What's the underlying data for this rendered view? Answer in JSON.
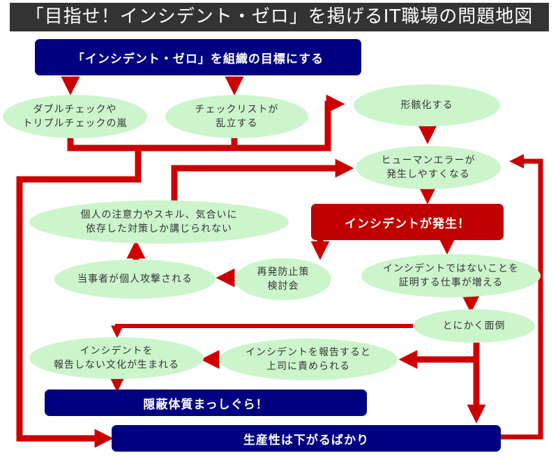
{
  "title": "「目指せ！インシデント・ゼロ」を掲げるIT職場の問題地図",
  "colors": {
    "title_bg": "#333333",
    "box_navy": "#000080",
    "box_red": "#c00000",
    "ellipse_fill": "#ccf5cc",
    "arrow": "#cc0000"
  },
  "nodes": {
    "goal": "「インシデント・ゼロ」を組織の目標にする",
    "double_check": "ダブルチェックや\nトリプルチェックの嵐",
    "checklists": "チェックリストが\n乱立する",
    "formalized": "形骸化する",
    "human_error": "ヒューマンエラーが\n発生しやすくなる",
    "individual_measures": "個人の注意力やスキル、気合いに\n依存した対策しか講じられない",
    "incident": "インシデントが発生！",
    "personal_attack": "当事者が個人攻撃される",
    "prevention_meeting": "再発防止策\n検討会",
    "prove_not_incident": "インシデントではないことを\n証明する仕事が増える",
    "troublesome": "とにかく面倒",
    "no_report_culture": "インシデントを\n報告しない文化が生まれる",
    "blamed": "インシデントを報告すると\n上司に責められる",
    "concealment": "隠蔽体質まっしぐら！",
    "productivity": "生産性は下がるばかり"
  }
}
